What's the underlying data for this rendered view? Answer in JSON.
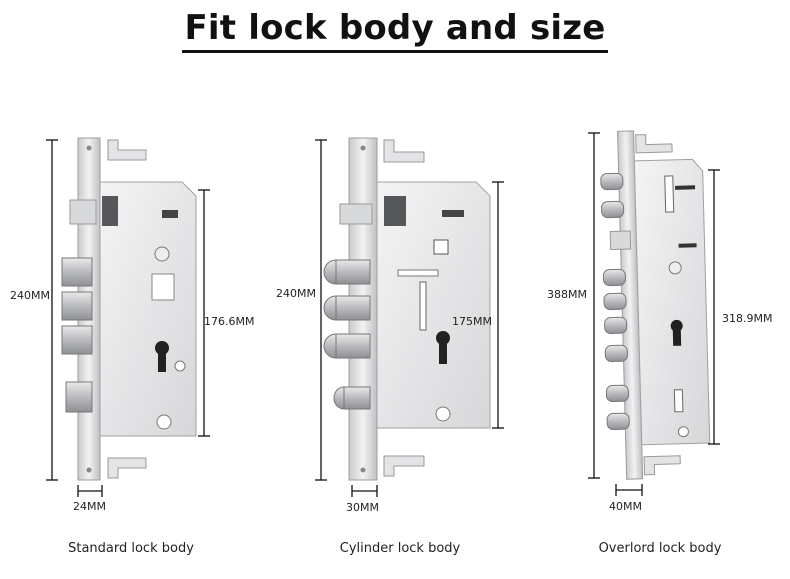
{
  "title": "Fit lock body and size",
  "colors": {
    "steel": "#d9dadc",
    "steel_dark": "#a9abae",
    "line": "#111111",
    "background": "#ffffff"
  },
  "locks": [
    {
      "name": "Standard lock body",
      "height_total": "240MM",
      "height_body": "176.6MM",
      "width": "24MM"
    },
    {
      "name": "Cylinder lock body",
      "height_total": "240MM",
      "height_body": "175MM",
      "width": "30MM"
    },
    {
      "name": "Overlord lock body",
      "height_total": "388MM",
      "height_body": "318.9MM",
      "width": "40MM"
    }
  ]
}
